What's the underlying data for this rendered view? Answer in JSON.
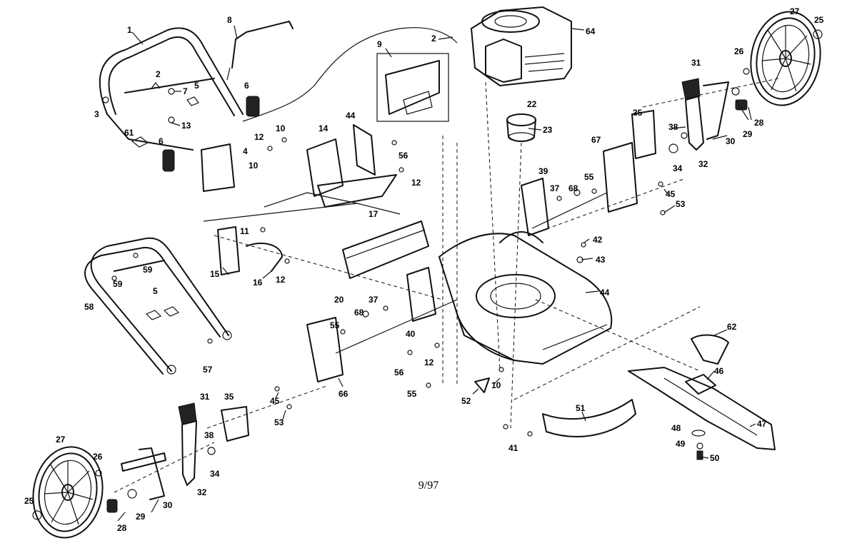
{
  "footer": {
    "date_code": "9/97"
  },
  "callouts": [
    {
      "id": "c1",
      "label": "1"
    },
    {
      "id": "c2a",
      "label": "2"
    },
    {
      "id": "c2b",
      "label": "2"
    },
    {
      "id": "c3",
      "label": "3"
    },
    {
      "id": "c4",
      "label": "4"
    },
    {
      "id": "c5a",
      "label": "5"
    },
    {
      "id": "c5b",
      "label": "5"
    },
    {
      "id": "c6a",
      "label": "6"
    },
    {
      "id": "c6b",
      "label": "6"
    },
    {
      "id": "c7",
      "label": "7"
    },
    {
      "id": "c8",
      "label": "8"
    },
    {
      "id": "c9",
      "label": "9"
    },
    {
      "id": "c10a",
      "label": "10"
    },
    {
      "id": "c10b",
      "label": "10"
    },
    {
      "id": "c10c",
      "label": "10"
    },
    {
      "id": "c11",
      "label": "11"
    },
    {
      "id": "c12a",
      "label": "12"
    },
    {
      "id": "c12b",
      "label": "12"
    },
    {
      "id": "c12c",
      "label": "12"
    },
    {
      "id": "c12d",
      "label": "12"
    },
    {
      "id": "c13",
      "label": "13"
    },
    {
      "id": "c14",
      "label": "14"
    },
    {
      "id": "c15",
      "label": "15"
    },
    {
      "id": "c16",
      "label": "16"
    },
    {
      "id": "c17",
      "label": "17"
    },
    {
      "id": "c20",
      "label": "20"
    },
    {
      "id": "c22",
      "label": "22"
    },
    {
      "id": "c23",
      "label": "23"
    },
    {
      "id": "c25a",
      "label": "25"
    },
    {
      "id": "c25b",
      "label": "25"
    },
    {
      "id": "c26a",
      "label": "26"
    },
    {
      "id": "c26b",
      "label": "26"
    },
    {
      "id": "c27a",
      "label": "27"
    },
    {
      "id": "c27b",
      "label": "27"
    },
    {
      "id": "c28a",
      "label": "28"
    },
    {
      "id": "c28b",
      "label": "28"
    },
    {
      "id": "c29a",
      "label": "29"
    },
    {
      "id": "c29b",
      "label": "29"
    },
    {
      "id": "c30a",
      "label": "30"
    },
    {
      "id": "c30b",
      "label": "30"
    },
    {
      "id": "c31a",
      "label": "31"
    },
    {
      "id": "c31b",
      "label": "31"
    },
    {
      "id": "c32a",
      "label": "32"
    },
    {
      "id": "c32b",
      "label": "32"
    },
    {
      "id": "c34a",
      "label": "34"
    },
    {
      "id": "c34b",
      "label": "34"
    },
    {
      "id": "c35a",
      "label": "35"
    },
    {
      "id": "c35b",
      "label": "35"
    },
    {
      "id": "c37a",
      "label": "37"
    },
    {
      "id": "c37b",
      "label": "37"
    },
    {
      "id": "c38a",
      "label": "38"
    },
    {
      "id": "c38b",
      "label": "38"
    },
    {
      "id": "c39",
      "label": "39"
    },
    {
      "id": "c40",
      "label": "40"
    },
    {
      "id": "c41",
      "label": "41"
    },
    {
      "id": "c42",
      "label": "42"
    },
    {
      "id": "c43",
      "label": "43"
    },
    {
      "id": "c44a",
      "label": "44"
    },
    {
      "id": "c44b",
      "label": "44"
    },
    {
      "id": "c45a",
      "label": "45"
    },
    {
      "id": "c45b",
      "label": "45"
    },
    {
      "id": "c46",
      "label": "46"
    },
    {
      "id": "c47",
      "label": "47"
    },
    {
      "id": "c48",
      "label": "48"
    },
    {
      "id": "c49",
      "label": "49"
    },
    {
      "id": "c50",
      "label": "50"
    },
    {
      "id": "c51",
      "label": "51"
    },
    {
      "id": "c52",
      "label": "52"
    },
    {
      "id": "c53a",
      "label": "53"
    },
    {
      "id": "c53b",
      "label": "53"
    },
    {
      "id": "c55a",
      "label": "55"
    },
    {
      "id": "c55b",
      "label": "55"
    },
    {
      "id": "c55c",
      "label": "55"
    },
    {
      "id": "c56a",
      "label": "56"
    },
    {
      "id": "c56b",
      "label": "56"
    },
    {
      "id": "c57",
      "label": "57"
    },
    {
      "id": "c58",
      "label": "58"
    },
    {
      "id": "c59a",
      "label": "59"
    },
    {
      "id": "c59b",
      "label": "59"
    },
    {
      "id": "c61",
      "label": "61"
    },
    {
      "id": "c62",
      "label": "62"
    },
    {
      "id": "c64",
      "label": "64"
    },
    {
      "id": "c66",
      "label": "66"
    },
    {
      "id": "c67",
      "label": "67"
    },
    {
      "id": "c68a",
      "label": "68"
    },
    {
      "id": "c68b",
      "label": "68"
    }
  ]
}
